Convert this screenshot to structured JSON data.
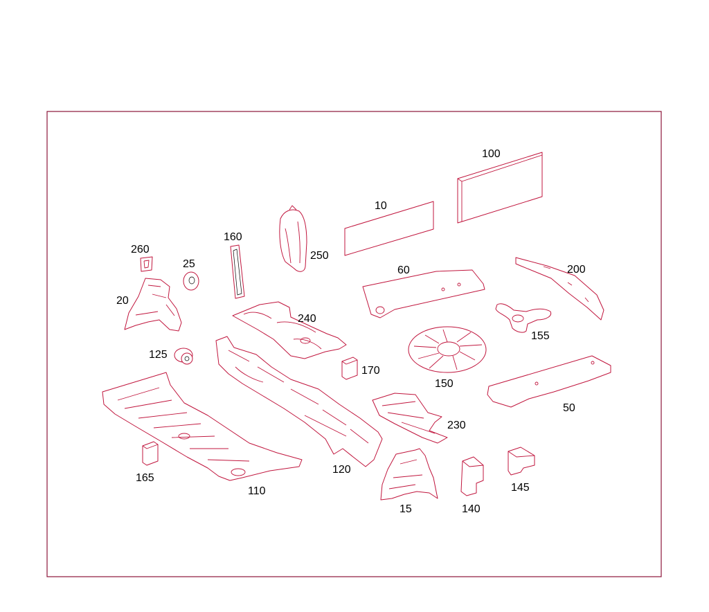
{
  "colors": {
    "frame": "#8b1538",
    "part_outline": "#c0143c",
    "label_text": "#000000"
  },
  "parts": [
    {
      "id": "p10",
      "label": "10"
    },
    {
      "id": "p100",
      "label": "100"
    },
    {
      "id": "p160",
      "label": "160"
    },
    {
      "id": "p250",
      "label": "250"
    },
    {
      "id": "p260",
      "label": "260"
    },
    {
      "id": "p25",
      "label": "25"
    },
    {
      "id": "p20",
      "label": "20"
    },
    {
      "id": "p60",
      "label": "60"
    },
    {
      "id": "p200",
      "label": "200"
    },
    {
      "id": "p240",
      "label": "240"
    },
    {
      "id": "p155",
      "label": "155"
    },
    {
      "id": "p125",
      "label": "125"
    },
    {
      "id": "p170",
      "label": "170"
    },
    {
      "id": "p150",
      "label": "150"
    },
    {
      "id": "p50",
      "label": "50"
    },
    {
      "id": "p230",
      "label": "230"
    },
    {
      "id": "p165",
      "label": "165"
    },
    {
      "id": "p120",
      "label": "120"
    },
    {
      "id": "p110",
      "label": "110"
    },
    {
      "id": "p15",
      "label": "15"
    },
    {
      "id": "p140",
      "label": "140"
    },
    {
      "id": "p145",
      "label": "145"
    }
  ]
}
